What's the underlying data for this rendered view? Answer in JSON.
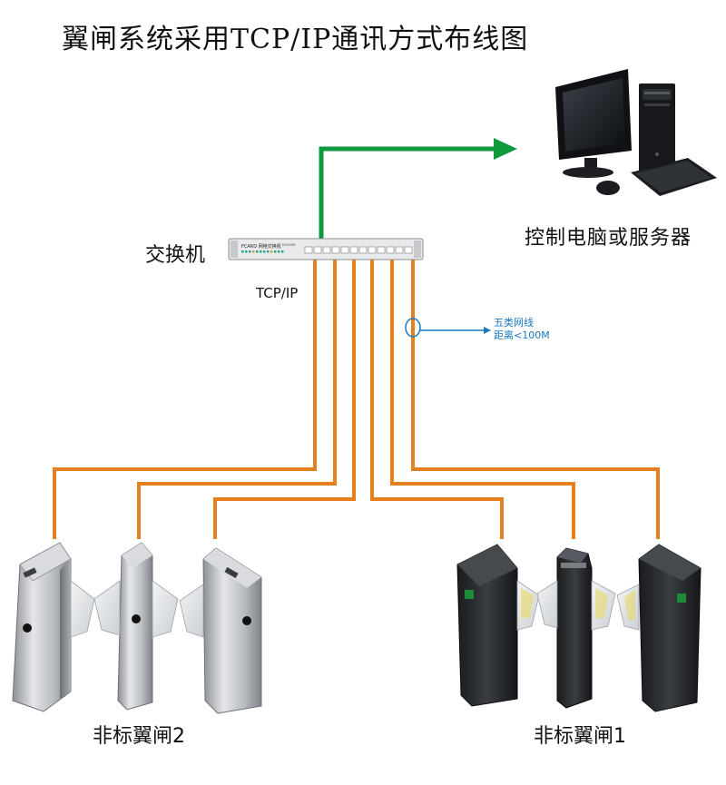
{
  "title": "翼闸系统采用TCP/IP通讯方式布线图",
  "switch": {
    "label": "交换机",
    "brand_text": "FCARD",
    "port_count": 12
  },
  "computer": {
    "label": "控制电脑或服务器"
  },
  "protocol_label": "TCP/IP",
  "cable_note": {
    "line1": "五类网线",
    "line2": "距离<100M"
  },
  "gate_groups": [
    {
      "label": "非标翼闸2",
      "finish": "stainless-steel",
      "units": 3
    },
    {
      "label": "非标翼闸1",
      "finish": "black",
      "units": 3
    }
  ],
  "colors": {
    "uplink": "#0e9a3c",
    "cable": "#e6801f",
    "callout": "#1a78c2"
  }
}
